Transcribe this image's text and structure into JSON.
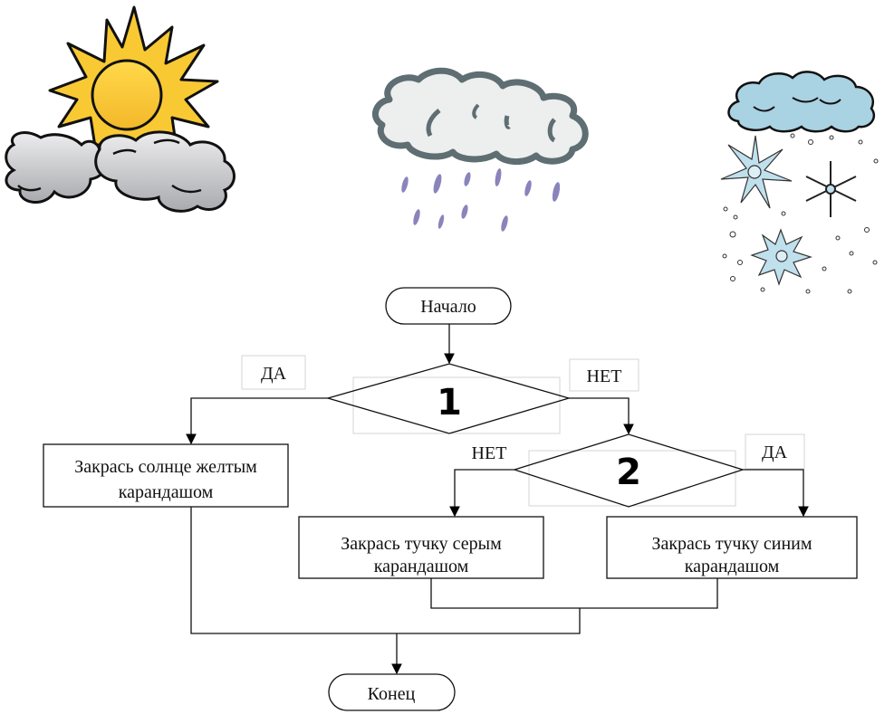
{
  "illustrations": [
    {
      "name": "sun-behind-clouds",
      "caption": ""
    },
    {
      "name": "rain-cloud",
      "caption": ""
    },
    {
      "name": "snow-cloud",
      "caption": ""
    }
  ],
  "flowchart": {
    "start": "Начало",
    "end": "Конец",
    "decision1": {
      "label": "1",
      "yes": "ДА",
      "no": "НЕТ"
    },
    "decision2": {
      "label": "2",
      "yes": "ДА",
      "no": "НЕТ"
    },
    "action_sun": [
      "Закрась солнце желтым",
      "карандашом"
    ],
    "action_gray_cloud": [
      "Закрась тучку серым",
      "карандашом"
    ],
    "action_blue_cloud": [
      "Закрась тучку синим",
      "карандашом"
    ]
  },
  "colors": {
    "sun": "#F9C934",
    "cloud_gray": "#CFCFD1",
    "rain_cloud_outline": "#5E6E72",
    "rain_drop": "#8A84BC",
    "snow_cloud": "#A9D2E3",
    "snowflake": "#BFE0EC"
  }
}
